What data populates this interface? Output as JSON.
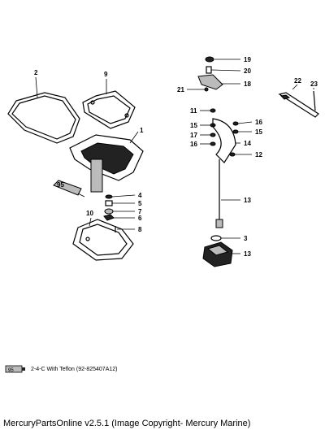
{
  "callouts": [
    "1",
    "2",
    "3",
    "4",
    "5",
    "6",
    "7",
    "8",
    "9",
    "10",
    "11",
    "12",
    "13",
    "13",
    "14",
    "15",
    "15",
    "16",
    "16",
    "17",
    "18",
    "19",
    "20",
    "21",
    "22",
    "23"
  ],
  "tube_label": "95",
  "legend": {
    "icon_label": "95",
    "text": "2-4-C  With Teflon (92-825407A12)"
  },
  "footer": "MercuryPartsOnline v2.5.1 (Image Copyright- Mercury Marine)"
}
